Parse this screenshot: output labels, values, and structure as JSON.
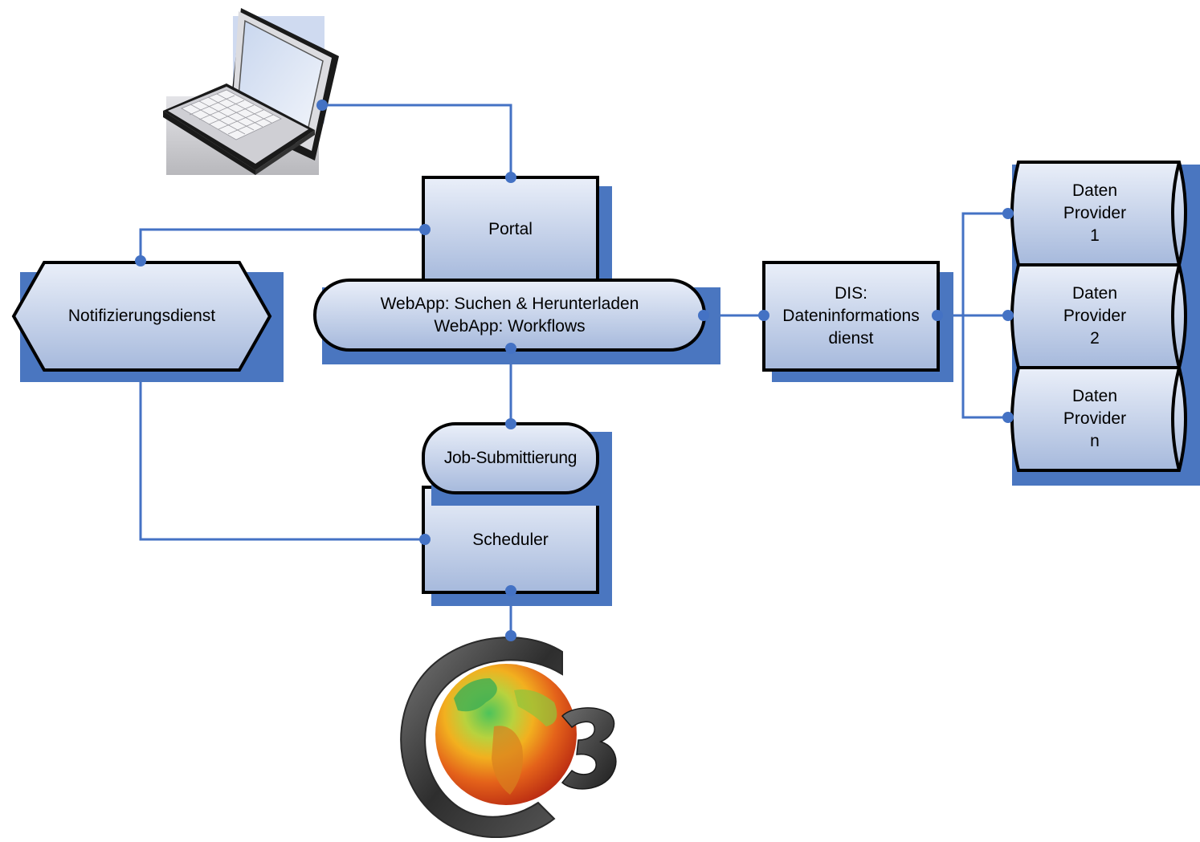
{
  "diagram": {
    "colors": {
      "connector": "#4472C4",
      "shadow": "#4A76C0",
      "node_fill_light": "#EAEFF9",
      "node_fill_dark": "#A6B9DC",
      "outline": "#000000"
    },
    "nodes": {
      "portal": "Portal",
      "webapp": "WebApp: Suchen & Herunterladen\nWebApp: Workflows",
      "notification": "Notifizierungsdienst",
      "dis": "DIS:\nDateninformations\ndienst",
      "job_submission": "Job-Submittierung",
      "scheduler": "Scheduler",
      "provider_1": "Daten\nProvider\n1",
      "provider_2": "Daten\nProvider\n2",
      "provider_n": "Daten\nProvider\nn"
    },
    "logo": {
      "text": "3"
    },
    "icons": [
      "laptop-icon",
      "c3-globe-logo"
    ]
  }
}
